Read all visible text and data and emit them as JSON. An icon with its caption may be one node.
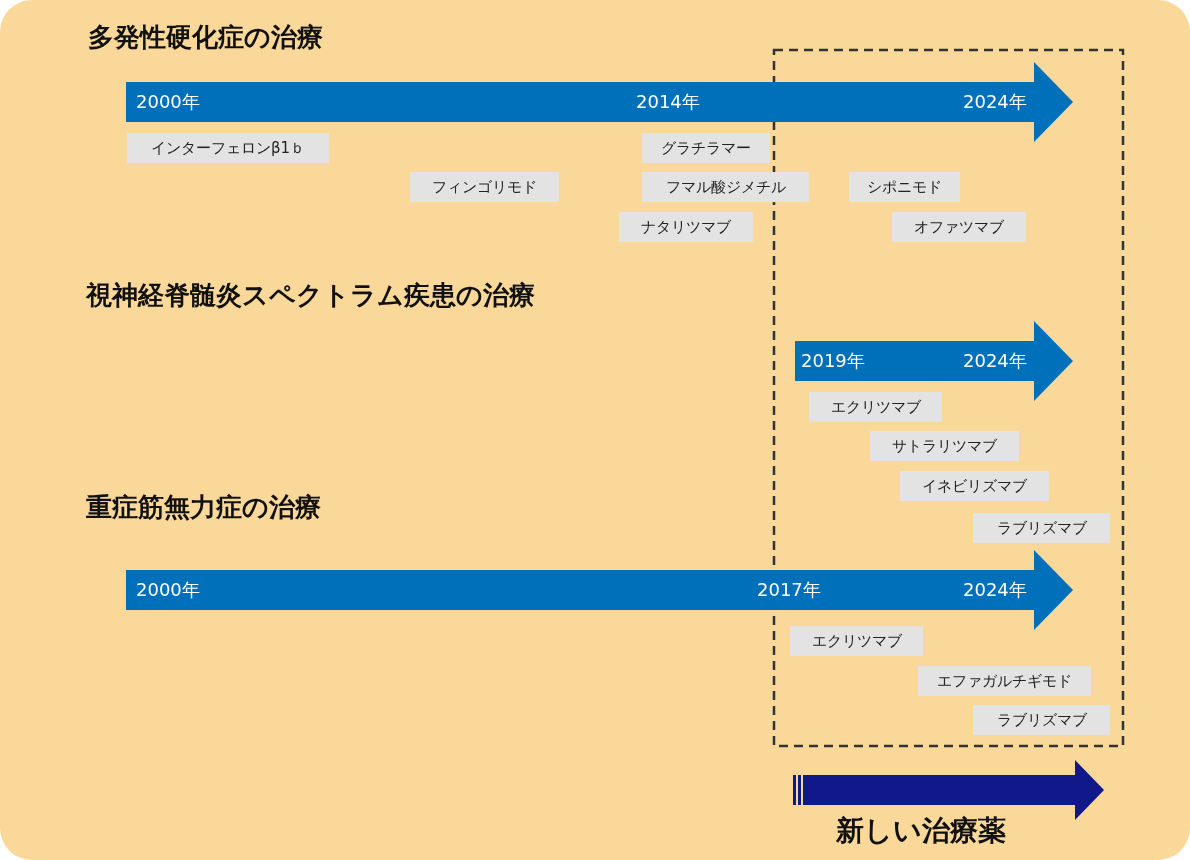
{
  "diagram": {
    "nodes": [
      {
        "text": [
          "2000年",
          "2014年",
          "2024年"
        ]
      },
      {
        "text": [
          "インターフェロンβ1ｂ"
        ]
      },
      {
        "text": [
          "グラチラマー"
        ]
      },
      {
        "text": [
          "フィンゴリモド"
        ]
      },
      {
        "text": [
          "フマル酸ジメチル"
        ]
      },
      {
        "text": [
          "シポニモド"
        ]
      },
      {
        "text": [
          "ナタリツマブ"
        ]
      },
      {
        "text": [
          "オファツマブ"
        ]
      },
      {
        "text": [
          "2019年",
          "2024年"
        ]
      },
      {
        "text": [
          "エクリツマブ"
        ]
      },
      {
        "text": [
          "サトラリツマブ"
        ]
      },
      {
        "text": [
          "イネビリズマブ"
        ]
      },
      {
        "text": [
          "ラブリズマブ"
        ]
      },
      {
        "text": [
          "2000年",
          "2017年",
          "2024年"
        ]
      },
      {
        "text": [
          "エクリツマブ"
        ]
      },
      {
        "text": [
          "エファガルチギモド"
        ]
      },
      {
        "text": [
          "ラブリズマブ"
        ]
      }
    ],
    "labels": [
      "多発性硬化症の治療",
      "視神経脊髄炎スペクトラム疾患の治療",
      "重症筋無力症の治療"
    ],
    "legend": [
      {
        "text": "新しい治療薬"
      }
    ]
  }
}
